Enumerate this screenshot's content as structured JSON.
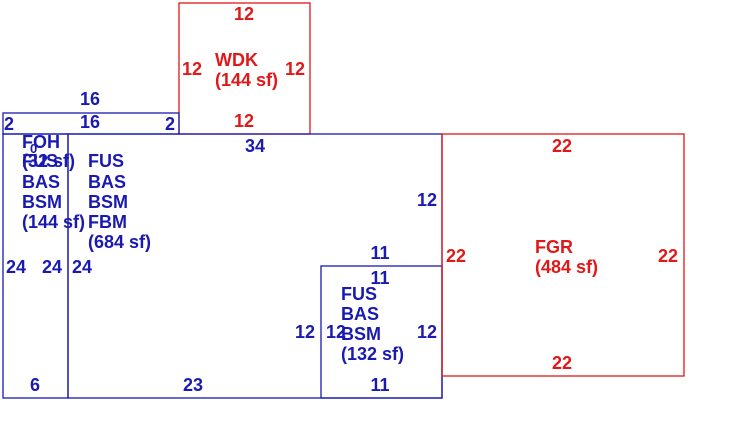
{
  "colors": {
    "living": "#1a1ab0",
    "other": "#e01818"
  },
  "areas": {
    "wdk": {
      "name": "WDK",
      "area": "(144 sf)",
      "dims": {
        "top": "12",
        "left": "12",
        "right": "12",
        "bottom": "12"
      }
    },
    "top_strip": {
      "dims": {
        "above": "16",
        "inside": "16",
        "left": "2",
        "right": "2"
      }
    },
    "foh": {
      "lines": [
        "FOH",
        "(32 sf)"
      ],
      "small_mark": "0"
    },
    "left_bas": {
      "lines": [
        "FUS",
        "BAS",
        "BSM",
        "(144 sf)"
      ]
    },
    "main": {
      "lines": [
        "FUS",
        "BAS",
        "BSM",
        "FBM",
        "(684 sf)"
      ]
    },
    "bump": {
      "lines": [
        "FUS",
        "BAS",
        "BSM",
        "(132 sf)"
      ]
    },
    "fgr": {
      "name": "FGR",
      "area": "(484 sf)",
      "dims": {
        "top": "22",
        "left": "22",
        "right": "22",
        "bottom": "22"
      }
    }
  },
  "dimensions": {
    "main_top": "34",
    "main_right_upper": "12",
    "left_outer": "24",
    "left_inner": "24",
    "main_left": "24",
    "left_bottom": "6",
    "main_bottom": "23",
    "bump_top_outer": "11",
    "bump_top_inner": "11",
    "bump_left_outer": "12",
    "bump_left_inner": "12",
    "bump_right": "12",
    "bump_bottom": "11"
  }
}
